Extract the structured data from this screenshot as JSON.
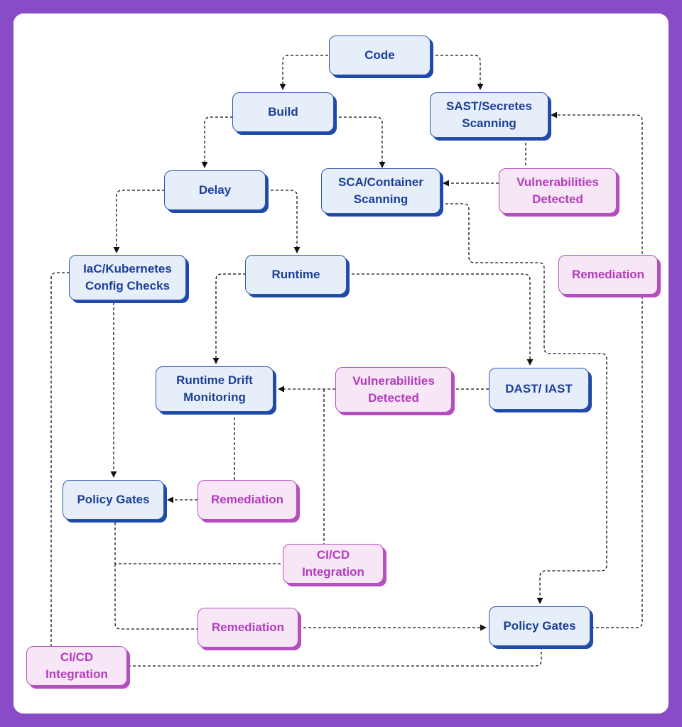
{
  "colors": {
    "frame": "#8a4bc7",
    "card": "#ffffff",
    "blue_text": "#1c3f96",
    "blue_fill": "#e6eefa",
    "pink_text": "#b23cbc",
    "pink_fill": "#f7e6f6",
    "edge": "#111111"
  },
  "nodes": {
    "code": "Code",
    "build": "Build",
    "sast": "SAST/Secretes\nScanning",
    "delay": "Delay",
    "sca": "SCA/Container\nScanning",
    "vuln_top": "Vulnerabilities\nDetected",
    "iac": "IaC/Kubernetes\nConfig Checks",
    "runtime": "Runtime",
    "remediation_right": "Remediation",
    "drift": "Runtime Drift\nMonitoring",
    "vuln_mid": "Vulnerabilities\nDetected",
    "dast": "DAST/ IAST",
    "policy_left": "Policy Gates",
    "remediation_mid": "Remediation",
    "cicd_mid": "CI/CD\nIntegration",
    "remediation_bottom": "Remediation",
    "policy_right": "Policy Gates",
    "cicd_bottom": "CI/CD\nIntegration"
  }
}
